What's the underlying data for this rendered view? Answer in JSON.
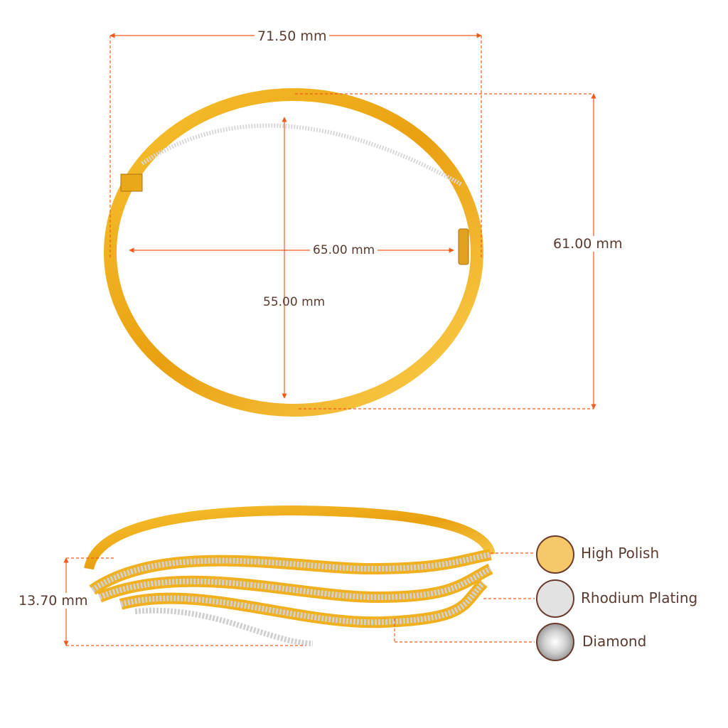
{
  "dimensions": {
    "outer_width": "71.50 mm",
    "outer_height": "61.00 mm",
    "inner_width": "65.00 mm",
    "inner_height": "55.00 mm",
    "band_height": "13.70 mm"
  },
  "legend": [
    {
      "label": "High Polish",
      "color": "#f5c96a"
    },
    {
      "label": "Rhodium Plating",
      "color": "#e2e2e2"
    },
    {
      "label": "Diamond",
      "color": "#d8d8d8"
    }
  ],
  "colors": {
    "dimension_line": "#f05a1a",
    "text": "#5a3a2e",
    "gold": "#f0a820",
    "border": "#6a3a2a"
  }
}
